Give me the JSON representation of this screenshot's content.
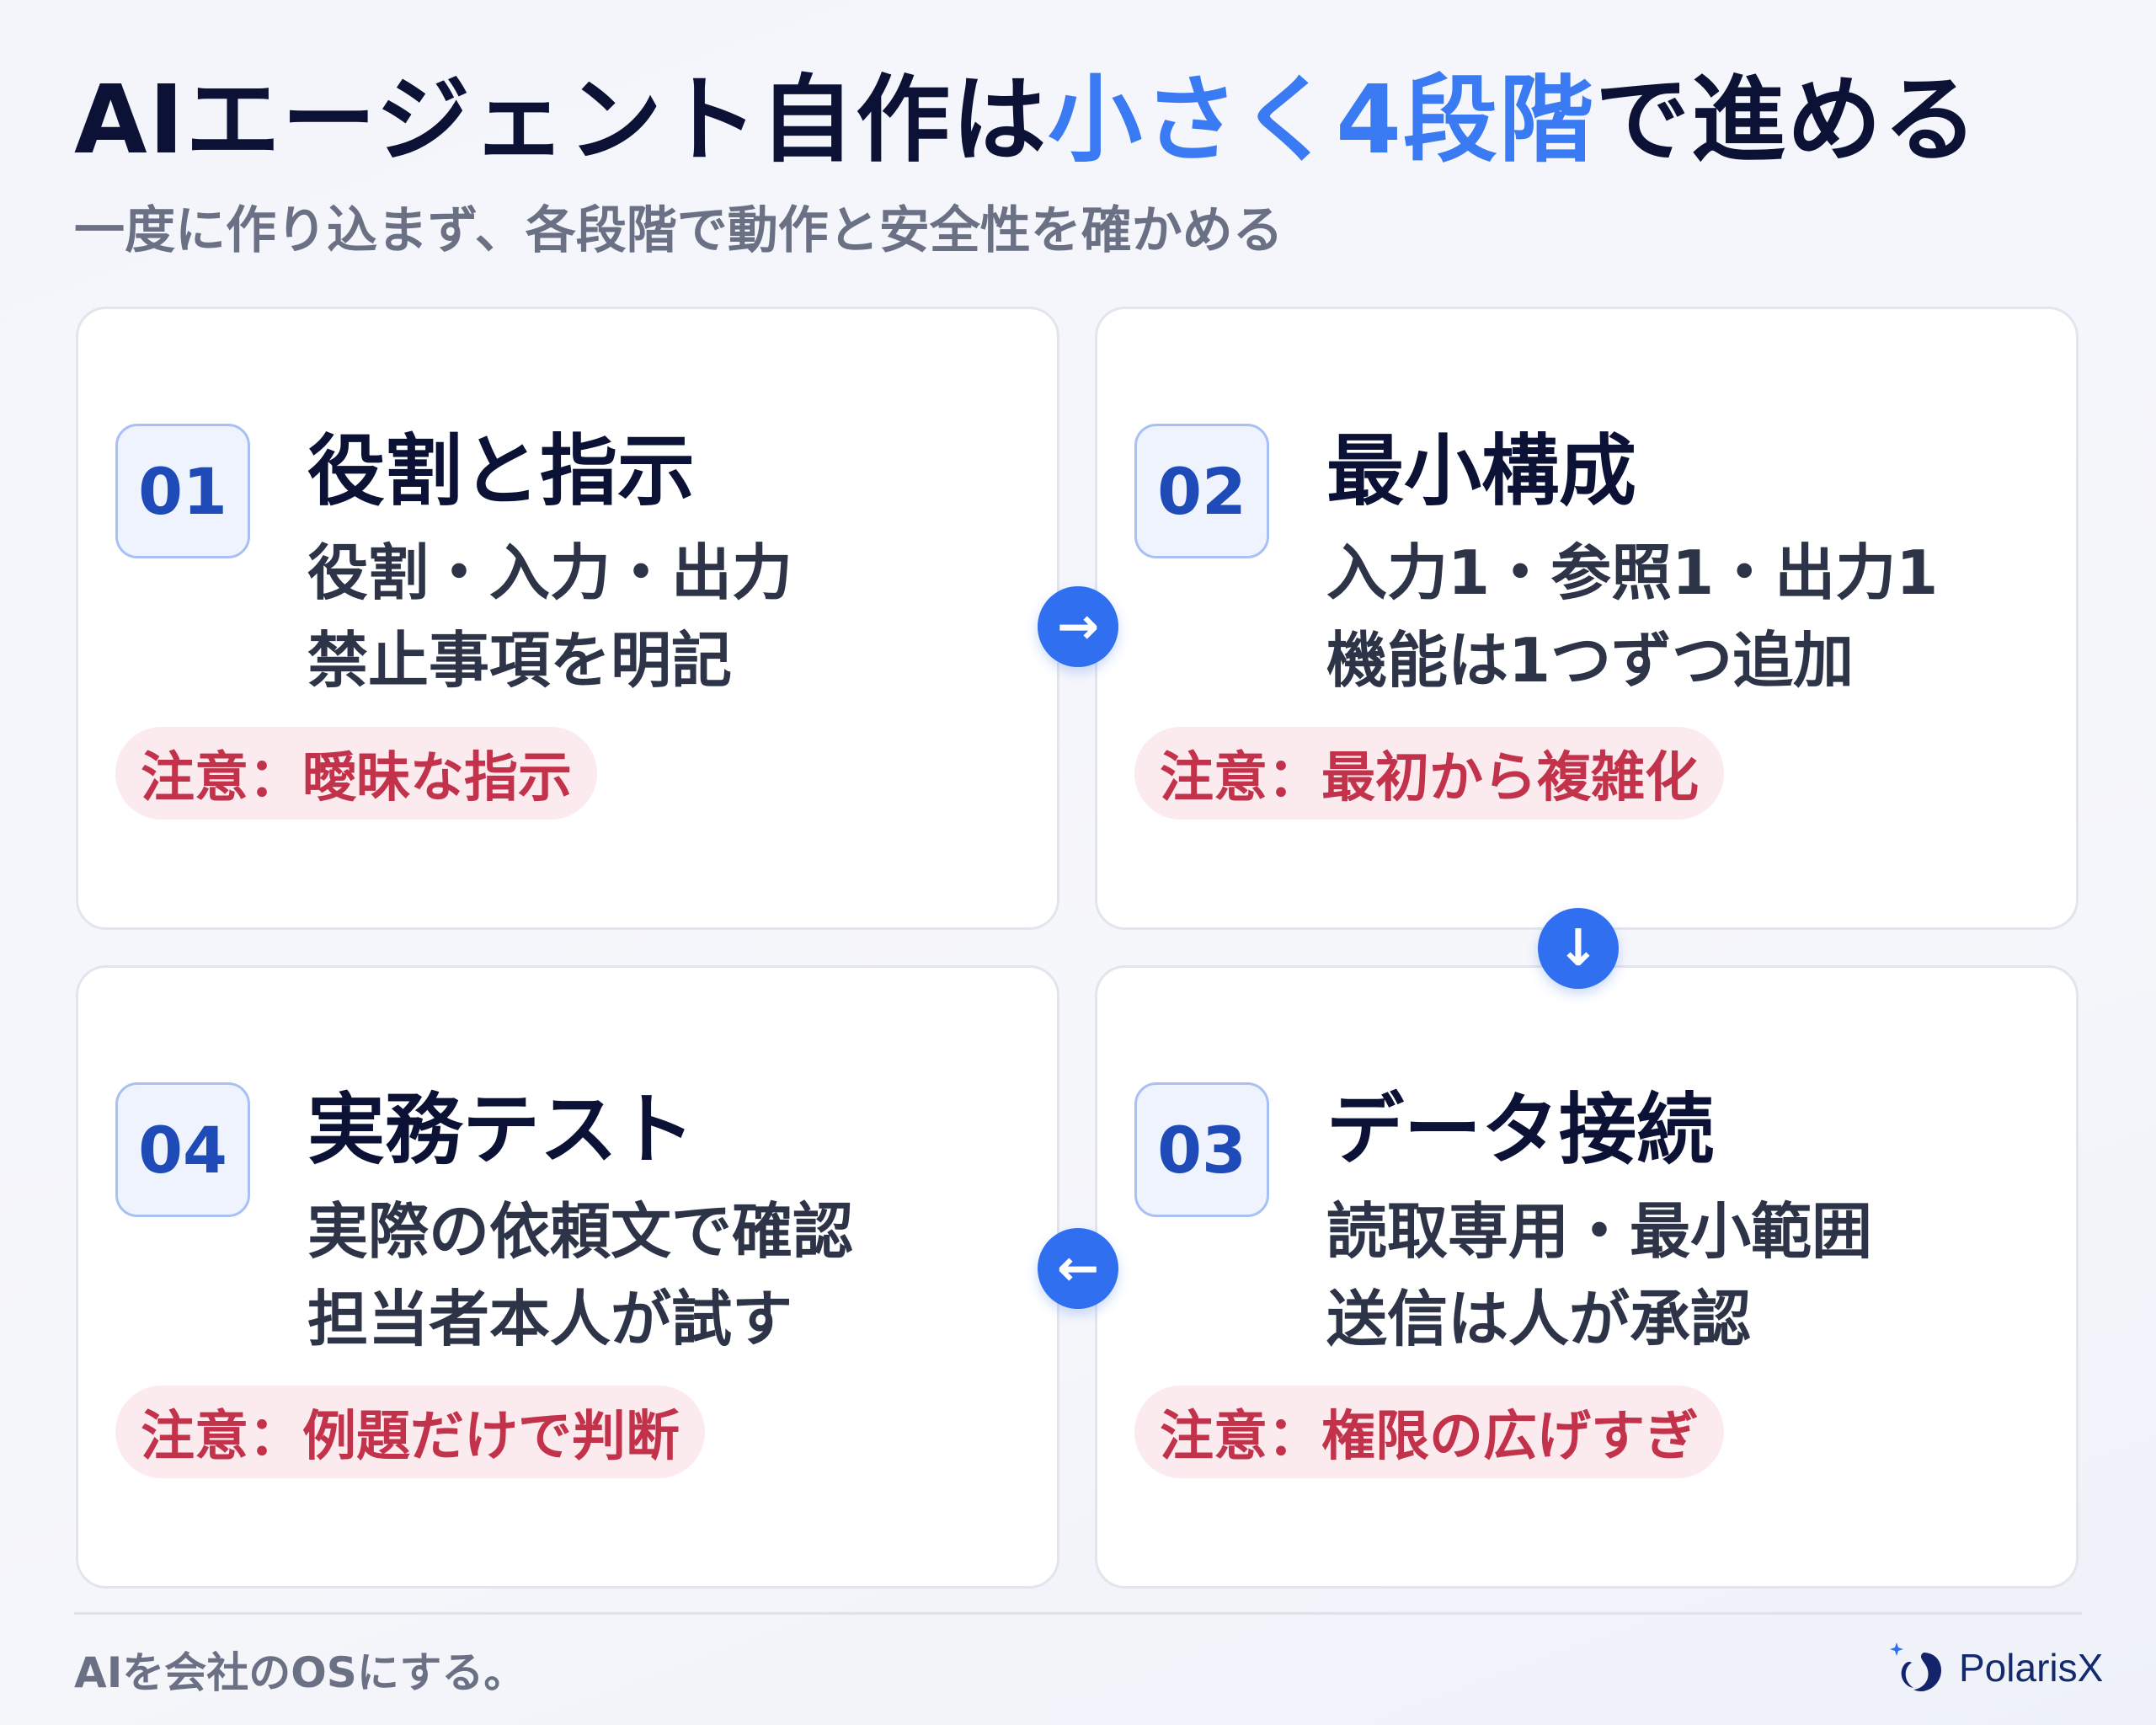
{
  "header": {
    "title_part1": "AIエージェント自作は",
    "title_accent": "小さく4段階",
    "title_part2": "で進める",
    "subtitle": "一度に作り込まず、各段階で動作と安全性を確かめる"
  },
  "steps": [
    {
      "num": "01",
      "title": "役割と指示",
      "line1": "役割・入力・出力",
      "line2": "禁止事項を明記",
      "warning": "注意：曖昧な指示"
    },
    {
      "num": "02",
      "title": "最小構成",
      "line1": "入力1・参照1・出力1",
      "line2": "機能は1つずつ追加",
      "warning": "注意：最初から複雑化"
    },
    {
      "num": "03",
      "title": "データ接続",
      "line1": "読取専用・最小範囲",
      "line2": "送信は人が承認",
      "warning": "注意：権限の広げすぎ"
    },
    {
      "num": "04",
      "title": "実務テスト",
      "line1": "実際の依頼文で確認",
      "line2": "担当者本人が試す",
      "warning": "注意：例題だけで判断"
    }
  ],
  "arrows": {
    "right": "→",
    "down": "↓",
    "left": "←"
  },
  "footer": {
    "tagline": "AIを会社のOSにする。",
    "brand": "PolarisX"
  },
  "colors": {
    "accent": "#3a7bf3",
    "navy": "#0b1236",
    "warning": "#c2334b",
    "warning_bg": "#fbeaee",
    "arrow": "#2f6ff0"
  }
}
